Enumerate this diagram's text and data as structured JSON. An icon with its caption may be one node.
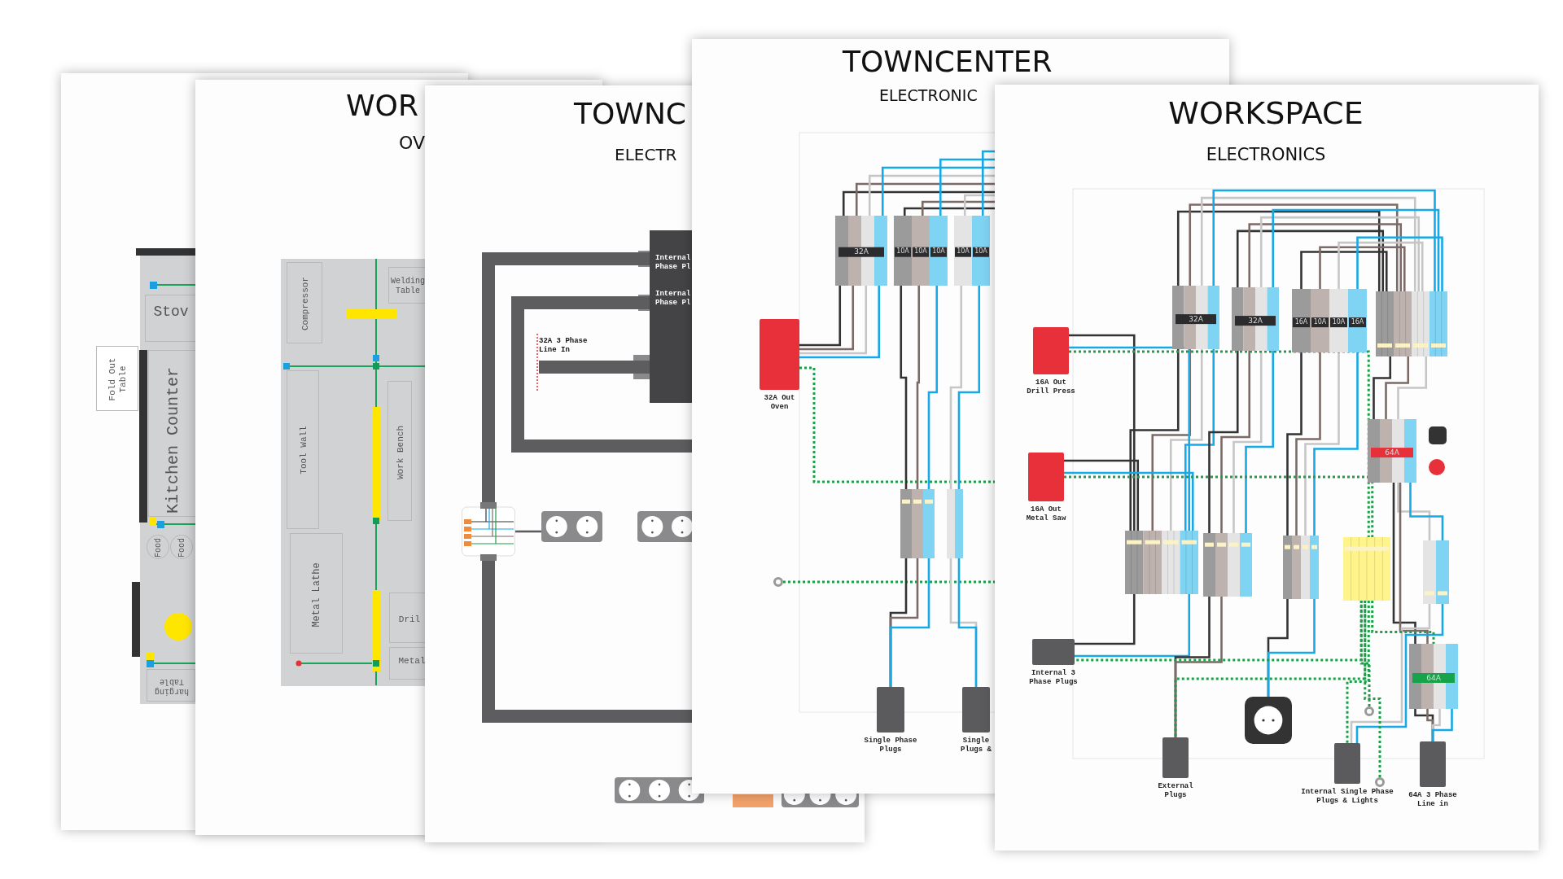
{
  "diagram": {
    "nodes": [
      {
        "text": [
          "Stov"
        ]
      },
      {
        "text": [
          "Fold Out Table"
        ]
      },
      {
        "text": [
          "Kitchen Counter"
        ]
      },
      {
        "text": [
          "Food"
        ]
      },
      {
        "text": [
          "Food"
        ]
      },
      {
        "text": [
          "harging Table"
        ]
      },
      {
        "text": [
          "Compressor"
        ]
      },
      {
        "text": [
          "Welding Table"
        ]
      },
      {
        "text": [
          "Tool Wall"
        ]
      },
      {
        "text": [
          "Work Bench"
        ]
      },
      {
        "text": [
          "Metal Lathe"
        ]
      },
      {
        "text": [
          "Dril"
        ]
      },
      {
        "text": [
          "Metal"
        ]
      },
      {
        "text": [
          "Internal Phase Pl",
          "Internal Phase Pl"
        ]
      },
      {
        "text": [],
        "shape": "picture"
      },
      {
        "text": [],
        "shape": "box"
      },
      {
        "text": [],
        "shape": "box"
      },
      {
        "text": [],
        "shape": "box"
      },
      {
        "text": [],
        "shape": "box"
      },
      {
        "text": [
          "32A"
        ]
      },
      {
        "text": [
          "10A",
          "10A",
          "10A"
        ]
      },
      {
        "text": [
          "10A",
          "10A"
        ]
      },
      {
        "text": [],
        "shape": "box"
      },
      {
        "text": [],
        "shape": "box"
      },
      {
        "text": [],
        "shape": "box",
        "beside": [
          "32A Out Oven"
        ]
      },
      {
        "text": [],
        "shape": "circle"
      },
      {
        "text": [],
        "shape": "box",
        "beside": [
          "Single Phase Plugs"
        ]
      },
      {
        "text": [],
        "shape": "box",
        "beside": [
          "Single Plugs &"
        ]
      },
      {
        "text": [
          "32A"
        ]
      },
      {
        "text": [
          "32A"
        ]
      },
      {
        "text": [
          "16A",
          "10A",
          "10A",
          "16A"
        ]
      },
      {
        "text": [],
        "shape": "box"
      },
      {
        "text": [
          "64A"
        ]
      },
      {
        "text": [
          "64A"
        ]
      },
      {
        "text": [],
        "shape": "box",
        "beside": [
          "16A Out Drill Press"
        ]
      },
      {
        "text": [],
        "shape": "box",
        "beside": [
          "16A Out Metal Saw"
        ]
      },
      {
        "text": [],
        "shape": "box",
        "beside": [
          "Internal 3 Phase Plugs"
        ]
      },
      {
        "text": [],
        "shape": "box",
        "beside": [
          "External Plugs"
        ]
      },
      {
        "text": [],
        "shape": "box"
      },
      {
        "text": [],
        "shape": "box",
        "beside": [
          "Internal Single Phase Plugs & Lights"
        ]
      },
      {
        "text": [],
        "shape": "box",
        "beside": [
          "64A 3 Phase Line in"
        ]
      },
      {
        "text": [],
        "shape": "box"
      },
      {
        "text": [],
        "shape": "box"
      },
      {
        "text": [],
        "shape": "box"
      },
      {
        "text": [],
        "shape": "box"
      },
      {
        "text": [],
        "shape": "box"
      },
      {
        "text": [],
        "shape": "circle"
      },
      {
        "text": [],
        "shape": "circle"
      }
    ],
    "edges": [
      {
        "from": 13,
        "to": 14,
        "arrow": "none",
        "style": "thick",
        "color": "#5d5d5f"
      },
      {
        "from": 14,
        "to": null,
        "arrow": "none",
        "style": "thick",
        "color": "#5d5d5f"
      },
      {
        "from": 13,
        "to": null,
        "arrow": "none",
        "style": "thick",
        "color": "#5d5d5f"
      },
      {
        "from": null,
        "to": 13,
        "arrow": "none",
        "style": "thick",
        "color": "#5d5d5f"
      },
      {
        "from": 14,
        "to": 15,
        "arrow": "none",
        "color": "#5d5d5f"
      },
      {
        "from": 19,
        "to": 24,
        "arrow": "none",
        "color": "#333333"
      },
      {
        "from": 19,
        "to": 24,
        "arrow": "none",
        "color": "#7b6a66"
      },
      {
        "from": 19,
        "to": 24,
        "arrow": "none",
        "color": "#c6c6c6"
      },
      {
        "from": 19,
        "to": 24,
        "arrow": "none",
        "color": "#16a9e8"
      },
      {
        "from": 24,
        "to": null,
        "arrow": "none",
        "style": "dashed",
        "color": "#1f9e4a"
      },
      {
        "from": 25,
        "to": null,
        "arrow": "none",
        "style": "dashed",
        "color": "#1f9e4a"
      },
      {
        "from": 20,
        "to": 22,
        "arrow": "none",
        "color": "#333333"
      },
      {
        "from": 20,
        "to": 22,
        "arrow": "none",
        "color": "#7b6a66"
      },
      {
        "from": 20,
        "to": 22,
        "arrow": "none",
        "color": "#16a9e8"
      },
      {
        "from": 21,
        "to": 23,
        "arrow": "none",
        "color": "#c6c6c6"
      },
      {
        "from": 21,
        "to": 23,
        "arrow": "none",
        "color": "#16a9e8"
      },
      {
        "from": 22,
        "to": 26,
        "arrow": "none",
        "color": "#333333"
      },
      {
        "from": 22,
        "to": 26,
        "arrow": "none",
        "color": "#7b6a66"
      },
      {
        "from": 22,
        "to": 26,
        "arrow": "none",
        "color": "#16a9e8"
      },
      {
        "from": 23,
        "to": 27,
        "arrow": "none",
        "color": "#c6c6c6"
      },
      {
        "from": 23,
        "to": 27,
        "arrow": "none",
        "color": "#16a9e8"
      },
      {
        "from": 19,
        "to": null,
        "arrow": "none",
        "color": "#333333"
      },
      {
        "from": 19,
        "to": null,
        "arrow": "none",
        "color": "#7b6a66"
      },
      {
        "from": 19,
        "to": null,
        "arrow": "none",
        "color": "#c6c6c6"
      },
      {
        "from": 19,
        "to": null,
        "arrow": "none",
        "color": "#16a9e8"
      },
      {
        "from": 20,
        "to": null,
        "arrow": "none",
        "color": "#333333"
      },
      {
        "from": 20,
        "to": null,
        "arrow": "none",
        "color": "#7b6a66"
      },
      {
        "from": 20,
        "to": null,
        "arrow": "none",
        "color": "#16a9e8"
      },
      {
        "from": 21,
        "to": null,
        "arrow": "none",
        "color": "#c6c6c6"
      },
      {
        "from": 21,
        "to": null,
        "arrow": "none",
        "color": "#16a9e8"
      },
      {
        "from": 31,
        "to": 28,
        "arrow": "none",
        "color": "#333333"
      },
      {
        "from": 31,
        "to": 28,
        "arrow": "none",
        "color": "#7b6a66"
      },
      {
        "from": 31,
        "to": 28,
        "arrow": "none",
        "color": "#c6c6c6"
      },
      {
        "from": 31,
        "to": 28,
        "arrow": "none",
        "color": "#16a9e8"
      },
      {
        "from": 31,
        "to": 29,
        "arrow": "none",
        "color": "#333333"
      },
      {
        "from": 31,
        "to": 29,
        "arrow": "none",
        "color": "#7b6a66"
      },
      {
        "from": 31,
        "to": 29,
        "arrow": "none",
        "color": "#c6c6c6"
      },
      {
        "from": 31,
        "to": 29,
        "arrow": "none",
        "color": "#16a9e8"
      },
      {
        "from": 31,
        "to": 30,
        "arrow": "none",
        "color": "#333333"
      },
      {
        "from": 31,
        "to": 30,
        "arrow": "none",
        "color": "#7b6a66"
      },
      {
        "from": 31,
        "to": 30,
        "arrow": "none",
        "color": "#c6c6c6"
      },
      {
        "from": 31,
        "to": 30,
        "arrow": "none",
        "color": "#16a9e8"
      },
      {
        "from": 28,
        "to": 41,
        "arrow": "none",
        "color": "#333333"
      },
      {
        "from": 28,
        "to": 41,
        "arrow": "none",
        "color": "#7b6a66"
      },
      {
        "from": 28,
        "to": 41,
        "arrow": "none",
        "color": "#c6c6c6"
      },
      {
        "from": 28,
        "to": 41,
        "arrow": "none",
        "color": "#16a9e8"
      },
      {
        "from": 29,
        "to": 42,
        "arrow": "none",
        "color": "#333333"
      },
      {
        "from": 29,
        "to": 42,
        "arrow": "none",
        "color": "#7b6a66"
      },
      {
        "from": 29,
        "to": 42,
        "arrow": "none",
        "color": "#c6c6c6"
      },
      {
        "from": 29,
        "to": 42,
        "arrow": "none",
        "color": "#16a9e8"
      },
      {
        "from": 30,
        "to": 43,
        "arrow": "none",
        "color": "#333333"
      },
      {
        "from": 30,
        "to": 43,
        "arrow": "none",
        "color": "#7b6a66"
      },
      {
        "from": 30,
        "to": 43,
        "arrow": "none",
        "color": "#c6c6c6"
      },
      {
        "from": 30,
        "to": 43,
        "arrow": "none",
        "color": "#16a9e8"
      },
      {
        "from": 31,
        "to": 32,
        "arrow": "none",
        "color": "#333333"
      },
      {
        "from": 31,
        "to": 32,
        "arrow": "none",
        "color": "#7b6a66"
      },
      {
        "from": 31,
        "to": 32,
        "arrow": "none",
        "color": "#c6c6c6"
      },
      {
        "from": 32,
        "to": 45,
        "arrow": "none",
        "color": "#c6c6c6"
      },
      {
        "from": 32,
        "to": 45,
        "arrow": "none",
        "color": "#16a9e8"
      },
      {
        "from": 32,
        "to": 33,
        "arrow": "none",
        "color": "#333333"
      },
      {
        "from": 32,
        "to": 33,
        "arrow": "none",
        "color": "#7b6a66"
      },
      {
        "from": 33,
        "to": 40,
        "arrow": "none",
        "color": "#333333"
      },
      {
        "from": 33,
        "to": 40,
        "arrow": "none",
        "color": "#7b6a66"
      },
      {
        "from": 33,
        "to": 40,
        "arrow": "none",
        "color": "#c6c6c6"
      },
      {
        "from": 33,
        "to": 40,
        "arrow": "none",
        "color": "#16a9e8"
      },
      {
        "from": 34,
        "to": 41,
        "arrow": "none",
        "color": "#333333"
      },
      {
        "from": 34,
        "to": 41,
        "arrow": "none",
        "color": "#16a9e8"
      },
      {
        "from": 35,
        "to": 41,
        "arrow": "none",
        "color": "#333333"
      },
      {
        "from": 35,
        "to": 41,
        "arrow": "none",
        "color": "#16a9e8"
      },
      {
        "from": 41,
        "to": 36,
        "arrow": "none",
        "color": "#333333"
      },
      {
        "from": 41,
        "to": 36,
        "arrow": "none",
        "color": "#16a9e8"
      },
      {
        "from": 42,
        "to": 37,
        "arrow": "none",
        "color": "#333333"
      },
      {
        "from": 42,
        "to": 37,
        "arrow": "none",
        "color": "#7b6a66"
      },
      {
        "from": 43,
        "to": 38,
        "arrow": "none",
        "color": "#333333"
      },
      {
        "from": 43,
        "to": 38,
        "arrow": "none",
        "color": "#16a9e8"
      },
      {
        "from": 45,
        "to": 39,
        "arrow": "none",
        "color": "#c6c6c6"
      },
      {
        "from": 45,
        "to": 39,
        "arrow": "none",
        "color": "#16a9e8"
      },
      {
        "from": 44,
        "to": 36,
        "arrow": "none",
        "style": "dashed",
        "color": "#1f9e4a"
      },
      {
        "from": 44,
        "to": 37,
        "arrow": "none",
        "style": "dashed",
        "color": "#1f9e4a"
      },
      {
        "from": 44,
        "to": 39,
        "arrow": "none",
        "style": "dashed",
        "color": "#1f9e4a"
      },
      {
        "from": 44,
        "to": 33,
        "arrow": "none",
        "style": "dashed",
        "color": "#1f9e4a"
      },
      {
        "from": 46,
        "to": 44,
        "arrow": "none",
        "style": "dashed",
        "color": "#1f9e4a"
      },
      {
        "from": 47,
        "to": 44,
        "arrow": "none",
        "style": "dashed",
        "color": "#1f9e4a"
      },
      {
        "from": 34,
        "to": 44,
        "arrow": "none",
        "style": "dashed",
        "color": "#1f9e4a"
      },
      {
        "from": 35,
        "to": 44,
        "arrow": "none",
        "style": "dashed",
        "color": "#1f9e4a"
      }
    ],
    "labels": [
      "WOR",
      "OV",
      "TOWNC",
      "ELECTR",
      "TOWNCENTER",
      "ELECTRONIC",
      "WORKSPACE",
      "ELECTRONICS",
      "32A 3 Phase Line In"
    ]
  }
}
